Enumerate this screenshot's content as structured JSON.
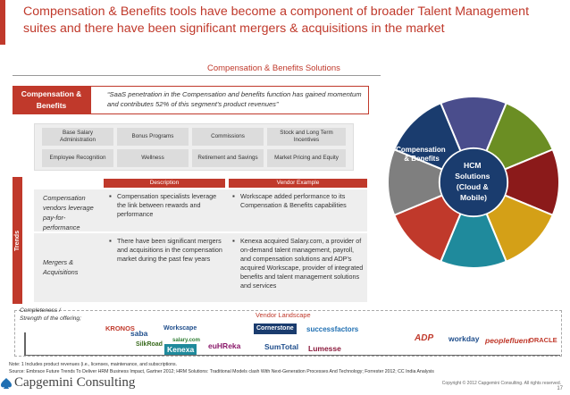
{
  "header": {
    "title": "Compensation & Benefits tools have become a component of broader Talent Management suites and there have been significant mergers & acquisitions in the market"
  },
  "section": {
    "title": "Compensation & Benefits Solutions",
    "label": "Compensation & Benefits",
    "quote": "“SaaS penetration in the Compensation and benefits function has gained momentum and contributes 52% of this segment’s product revenues”"
  },
  "tools": [
    "Base Salary Administration",
    "Bonus Programs",
    "Commissions",
    "Stock and Long Term Incentives",
    "Employee Recognition",
    "Wellness",
    "Retirement and Savings",
    "Market Pricing and Equity"
  ],
  "trends": {
    "side_label": "Trends",
    "headers": [
      "Description",
      "Vendor Example"
    ],
    "rows": [
      {
        "label": "Compensation vendors leverage pay-for-performance",
        "description": "Compensation specialists leverage the link between rewards and performance",
        "example": "Workscape added performance to its Compensation & Benefits capabilities"
      },
      {
        "label": "Mergers & Acquisitions",
        "description": "There have been significant mergers and acquisitions in the compensation market during the past few years",
        "example": "Kenexa acquired Salary.com, a provider of on-demand talent management, payroll, and compensation solutions and ADP’s acquired Workscape, provider of integrated benefits and talent management solutions and services"
      }
    ]
  },
  "wheel": {
    "left_label": "Compensation & Benefits",
    "center_label": "HCM Solutions (Cloud & Mobile)",
    "colors": [
      "#4a4d8c",
      "#6b8e23",
      "#8b1a1a",
      "#d4a017",
      "#1f8a9c",
      "#c0392b",
      "#7f7f7f",
      "#1a3c6e"
    ]
  },
  "landscape": {
    "axis_label": "Completeness / Strength of the offering;",
    "title": "Vendor Landscape",
    "vendors": [
      "KRONOS",
      "saba",
      "Workscape",
      "SilkRoad",
      "salary.com",
      "Kenexa",
      "euHReka",
      "Cornerstone",
      "successfactors",
      "SumTotal",
      "Lumesse",
      "ADP",
      "workday",
      "peoplefluent",
      "ORACLE"
    ]
  },
  "footer": {
    "note": "Note:    1 Includes product revenues (i.e., licenses, maintenance, and subscriptions.",
    "source": "Source:  Embrace Future Trends To Deliver HRM Business Impact, Gartner 2012; HRM Solutions: Traditional Models clash With Next-Generation Processes And Technology; Forrester 2012; CC India Analysis",
    "brand": "Capgemini Consulting",
    "copyright": "Copyright © 2012 Capgemini Consulting. All rights reserved.",
    "page": "17"
  }
}
